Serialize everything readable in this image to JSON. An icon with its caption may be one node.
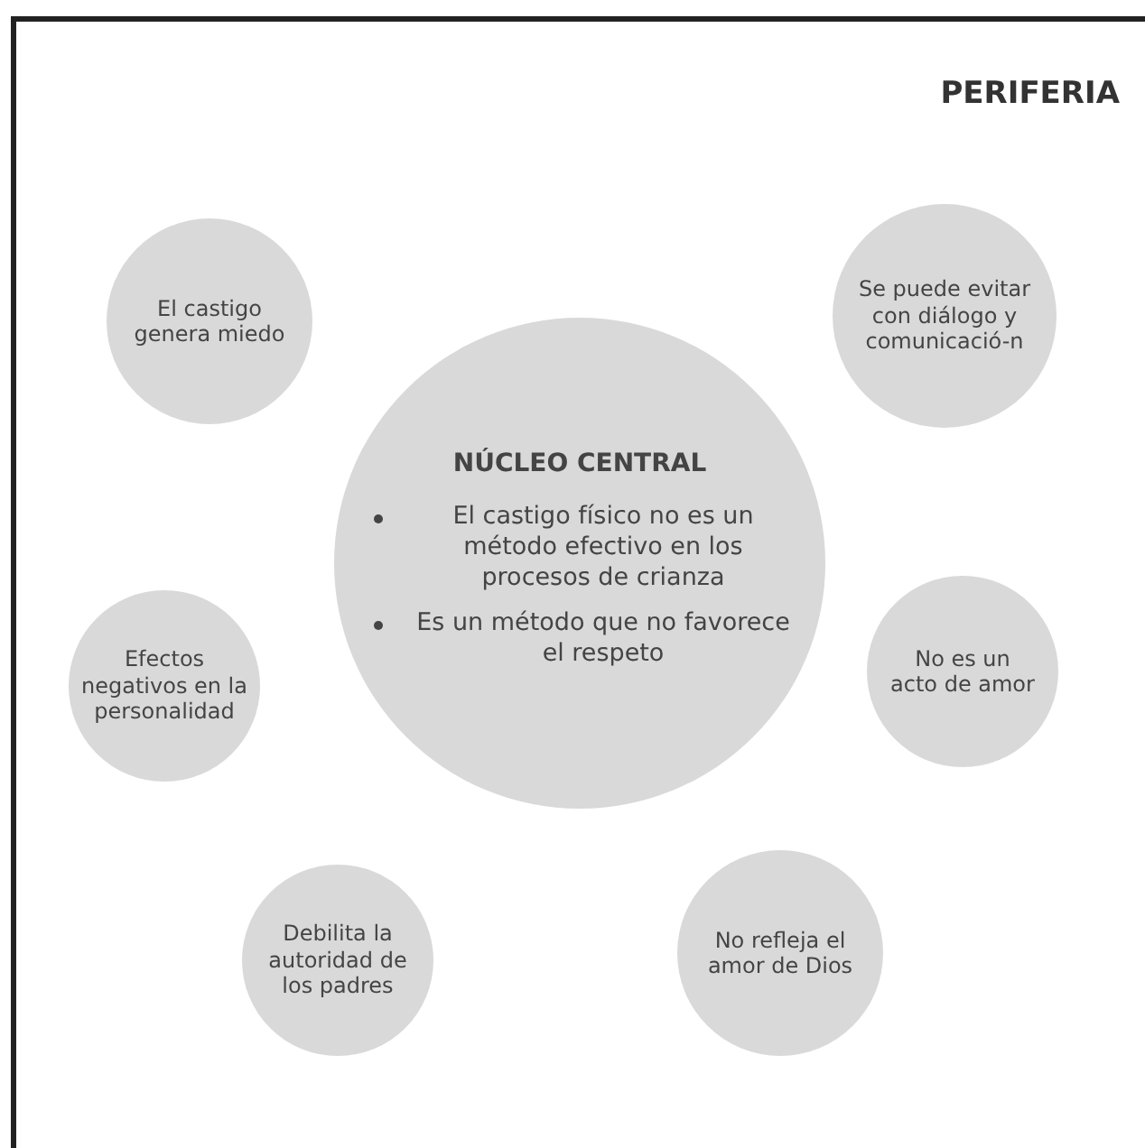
{
  "diagram": {
    "nodes": [
      {
        "text": [
          "PERIFERIA"
        ]
      },
      {
        "text": [
          "El castigo genera miedo"
        ],
        "in": 0
      },
      {
        "text": [
          "Se puede evitar con diálogo y comunicació-n"
        ],
        "in": 0
      },
      {
        "text": [
          "NÚCLEO CENTRAL",
          "El castigo físico no es un método efectivo en los procesos de crianza",
          "Es un método que no favorece el respeto"
        ],
        "in": 0
      },
      {
        "text": [
          "Efectos negativos en la personalidad"
        ],
        "in": 0
      },
      {
        "text": [
          "No es un acto de amor"
        ],
        "in": 0
      },
      {
        "text": [
          "Debilita la autoridad de los padres"
        ],
        "in": 0
      },
      {
        "text": [
          "No refleja el amor de Dios"
        ],
        "in": 0
      }
    ]
  }
}
